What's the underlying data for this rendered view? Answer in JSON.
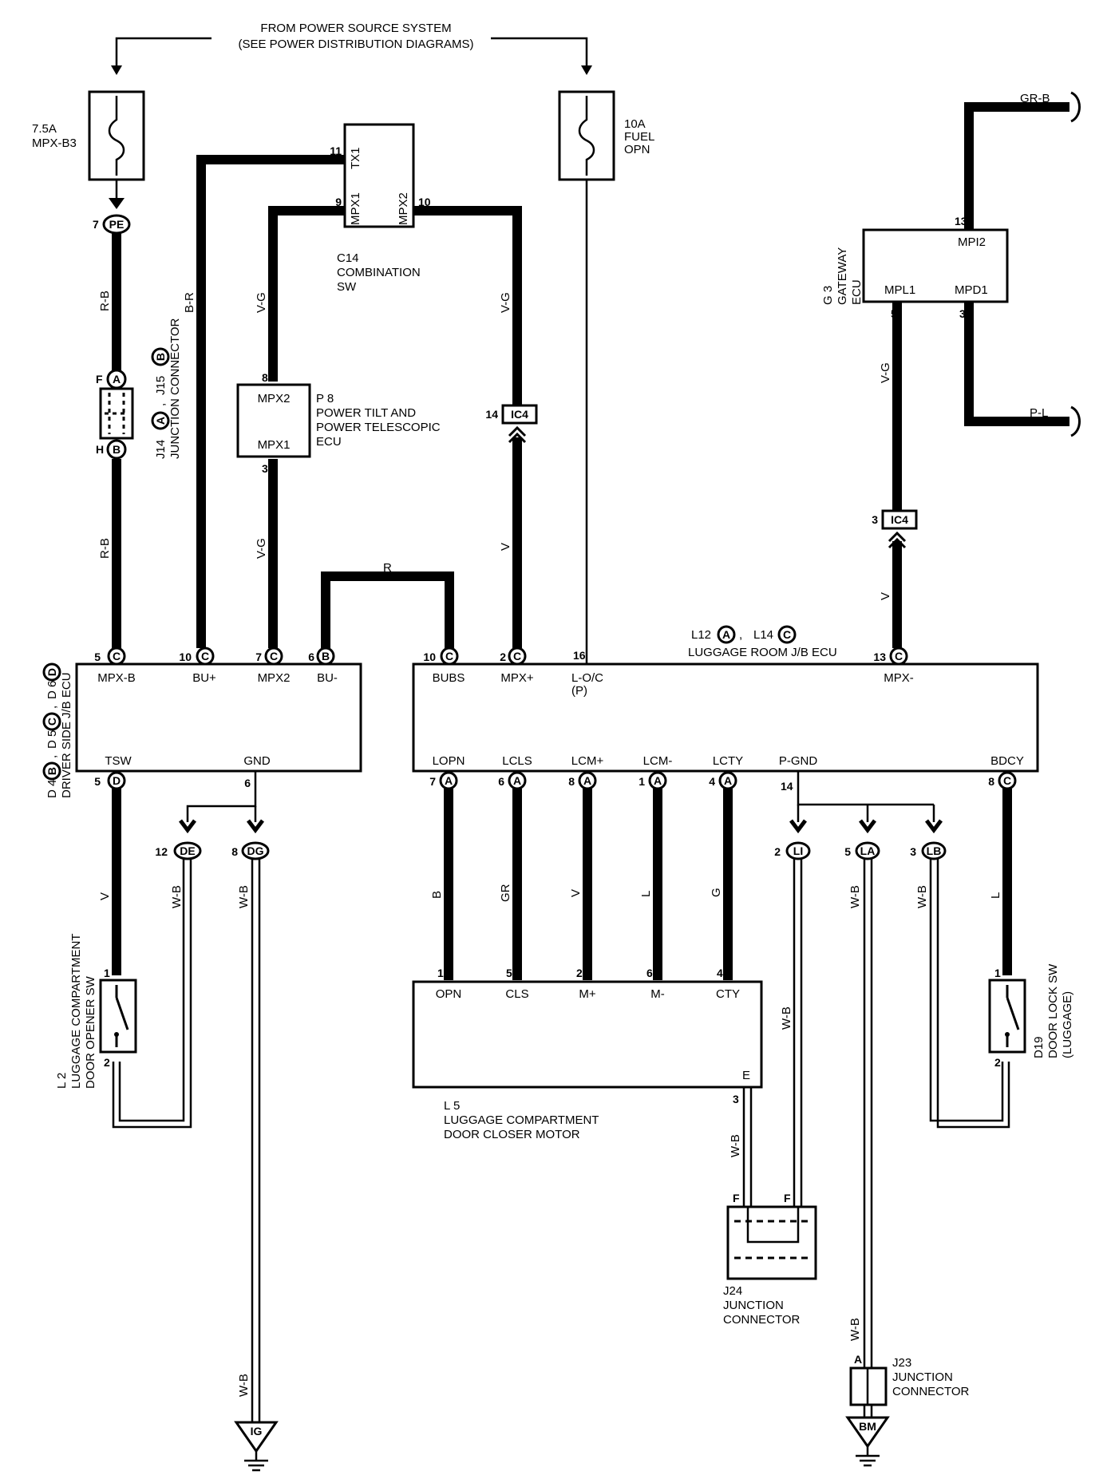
{
  "power_source": {
    "line1": "FROM POWER SOURCE SYSTEM",
    "line2": "(SEE POWER DISTRIBUTION DIAGRAMS)"
  },
  "fuses": [
    {
      "rating": "7.5A",
      "name": "MPX-B3"
    },
    {
      "rating": "10A",
      "name": "FUEL",
      "name2": "OPN"
    }
  ],
  "connectors": {
    "pe": {
      "pin": "7",
      "code": "PE"
    },
    "j14": {
      "pin_top": "F",
      "pin_bot": "H",
      "code_top": "A",
      "code_bot": "B",
      "label": "J14",
      "label2": "J15",
      "desc": "JUNCTION CONNECTOR"
    },
    "ic4_a": {
      "pin": "14",
      "code": "IC4"
    },
    "ic4_b": {
      "pin": "3",
      "code": "IC4"
    },
    "de": {
      "pin": "12",
      "code": "DE"
    },
    "dg": {
      "pin": "8",
      "code": "DG"
    },
    "ll": {
      "pin": "2",
      "code": "LI"
    },
    "la": {
      "pin": "5",
      "code": "LA"
    },
    "lb": {
      "pin": "3",
      "code": "LB"
    }
  },
  "components": {
    "c14": {
      "id": "C14",
      "name1": "COMBINATION",
      "name2": "SW",
      "tx1": "TX1",
      "mpx1": "MPX1",
      "mpx2": "MPX2",
      "pin_tx1": "11",
      "pin_mpx1": "9",
      "pin_mpx2": "10"
    },
    "p8": {
      "id": "P 8",
      "name1": "POWER TILT AND",
      "name2": "POWER TELESCOPIC",
      "name3": "ECU",
      "mpx2": "MPX2",
      "mpx1": "MPX1",
      "pin_top": "8",
      "pin_bot": "3"
    },
    "g3": {
      "id": "G 3",
      "name1": "GATEWAY",
      "name2": "ECU",
      "mpi2": "MPI2",
      "mpl1": "MPL1",
      "mpd1": "MPD1",
      "pin_top": "13",
      "pin_l": "5",
      "pin_r": "3"
    },
    "driver_jb": {
      "id1": "D 4",
      "id2": "D 5",
      "id3": "D 6",
      "code1": "B",
      "code2": "C",
      "code3": "D",
      "name": "DRIVER SIDE J/B ECU",
      "top_pins": [
        {
          "pin": "5",
          "code": "C",
          "label": "MPX-B"
        },
        {
          "pin": "10",
          "code": "C",
          "label": "BU+"
        },
        {
          "pin": "7",
          "code": "C",
          "label": "MPX2"
        },
        {
          "pin": "6",
          "code": "B",
          "label": "BU-"
        }
      ],
      "bottom_pins": [
        {
          "pin": "5",
          "code": "D",
          "label": "TSW"
        },
        {
          "pin": "6",
          "code": "",
          "label": "GND"
        }
      ]
    },
    "luggage_jb": {
      "id1": "L12",
      "id2": "L14",
      "code1": "A",
      "code2": "C",
      "name": "LUGGAGE ROOM J/B ECU",
      "top_pins": [
        {
          "pin": "10",
          "code": "C",
          "label": "BUBS"
        },
        {
          "pin": "2",
          "code": "C",
          "label": "MPX+"
        },
        {
          "pin": "16",
          "code": "",
          "label": "L-O/C",
          "label2": "(P)"
        },
        {
          "pin": "13",
          "code": "C",
          "label": "MPX-"
        }
      ],
      "bottom_pins": [
        {
          "pin": "7",
          "code": "A",
          "label": "LOPN"
        },
        {
          "pin": "6",
          "code": "A",
          "label": "LCLS"
        },
        {
          "pin": "8",
          "code": "A",
          "label": "LCM+"
        },
        {
          "pin": "1",
          "code": "A",
          "label": "LCM-"
        },
        {
          "pin": "4",
          "code": "A",
          "label": "LCTY"
        },
        {
          "pin": "14",
          "code": "",
          "label": "P-GND"
        },
        {
          "pin": "8",
          "code": "C",
          "label": "BDCY"
        }
      ]
    },
    "l5": {
      "id": "L 5",
      "name1": "LUGGAGE COMPARTMENT",
      "name2": "DOOR CLOSER MOTOR",
      "pins": [
        {
          "pin": "1",
          "label": "OPN"
        },
        {
          "pin": "5",
          "label": "CLS"
        },
        {
          "pin": "2",
          "label": "M+"
        },
        {
          "pin": "6",
          "label": "M-"
        },
        {
          "pin": "4",
          "label": "CTY"
        }
      ],
      "e_label": "E",
      "e_pin": "3"
    },
    "l2": {
      "id": "L 2",
      "name1": "LUGGAGE COMPARTMENT",
      "name2": "DOOR OPENER SW",
      "pin_top": "1",
      "pin_bot": "2"
    },
    "d19": {
      "id": "D19",
      "name1": "DOOR LOCK SW",
      "name2": "(LUGGAGE)",
      "pin_top": "1",
      "pin_bot": "2"
    },
    "j24": {
      "id": "J24",
      "name1": "JUNCTION",
      "name2": "CONNECTOR",
      "pin_l": "F",
      "pin_r": "F"
    },
    "j23": {
      "id": "J23",
      "name1": "JUNCTION",
      "name2": "CONNECTOR",
      "pin": "A"
    }
  },
  "wires": {
    "rb1": "R-B",
    "rb2": "R-B",
    "br": "B-R",
    "vg1": "V-G",
    "vg2": "V-G",
    "vg3": "V-G",
    "vg4": "V-G",
    "v1": "V",
    "v2": "V",
    "r": "R",
    "grb": "GR-B",
    "pl": "P-L",
    "v_tsw": "V",
    "wb_de": "W-B",
    "wb_dg": "W-B",
    "wb_ground": "W-B",
    "b": "B",
    "gr": "GR",
    "v_m": "V",
    "l_m": "L",
    "g": "G",
    "wb_li": "W-B",
    "wb_la": "W-B",
    "wb_lb": "W-B",
    "l_bdcy": "L",
    "wb_e": "W-B",
    "wb_j23": "W-B"
  },
  "grounds": {
    "ig": "IG",
    "bm": "BM"
  }
}
